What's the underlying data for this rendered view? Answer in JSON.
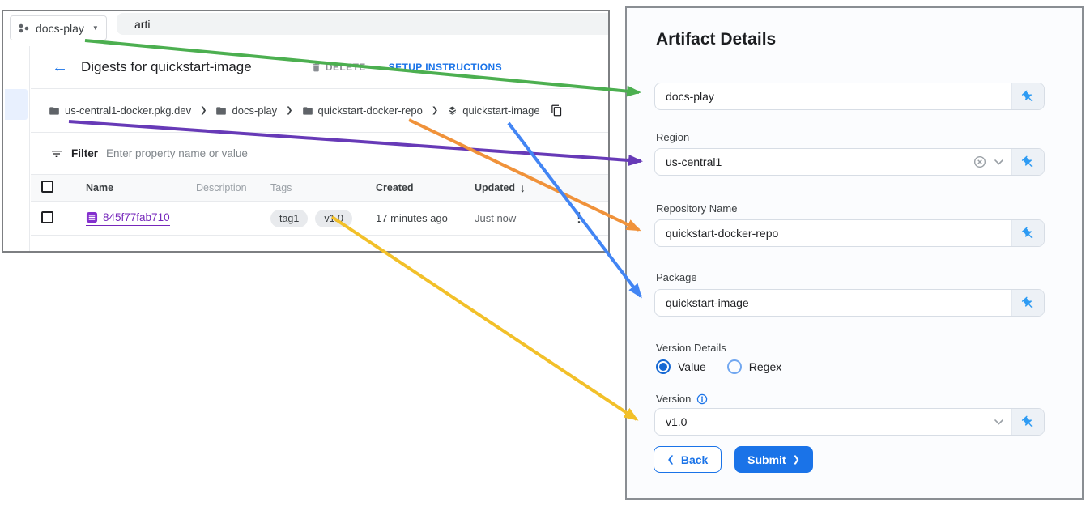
{
  "icons": {
    "dropdown_caret": "▼",
    "back_arrow": "←",
    "breadcrumb_separator": "❯",
    "sort_desc_arrow": "↓",
    "more_vert": "⋮",
    "chevron_left": "❮",
    "chevron_right": "❯",
    "info": "i"
  },
  "console": {
    "project_selector": {
      "label": "docs-play"
    },
    "search": {
      "value": "arti"
    },
    "header": {
      "title": "Digests for quickstart-image",
      "delete_label": "DELETE",
      "setup_instructions_label": "SETUP INSTRUCTIONS"
    },
    "breadcrumb": {
      "items": [
        "us-central1-docker.pkg.dev",
        "docs-play",
        "quickstart-docker-repo",
        "quickstart-image"
      ]
    },
    "filter": {
      "label": "Filter",
      "placeholder": "Enter property name or value"
    },
    "table": {
      "columns": {
        "name": "Name",
        "description": "Description",
        "tags": "Tags",
        "created": "Created",
        "updated": "Updated"
      },
      "sort_column": "Updated",
      "sort_direction": "desc",
      "rows": [
        {
          "name": "845f77fab710",
          "description": "",
          "tags": [
            "tag1",
            "v1.0"
          ],
          "created": "17 minutes ago",
          "updated": "Just now"
        }
      ]
    }
  },
  "form": {
    "title": "Artifact Details",
    "project": {
      "value": "docs-play"
    },
    "region": {
      "label": "Region",
      "value": "us-central1"
    },
    "repository": {
      "label": "Repository Name",
      "value": "quickstart-docker-repo"
    },
    "package": {
      "label": "Package",
      "value": "quickstart-image"
    },
    "version_details": {
      "label": "Version Details",
      "options": [
        "Value",
        "Regex"
      ],
      "selected": "Value"
    },
    "version": {
      "label": "Version",
      "value": "v1.0"
    },
    "back_label": "Back",
    "submit_label": "Submit"
  },
  "colors": {
    "accent_blue": "#1a73e8",
    "link_purple": "#7627bb",
    "pin_blue": "#2e9bf3",
    "arrow_green": "#4caf50",
    "arrow_purple": "#673ab7",
    "arrow_orange": "#f0923a",
    "arrow_blue": "#4285f4",
    "arrow_yellow": "#f2c029"
  }
}
